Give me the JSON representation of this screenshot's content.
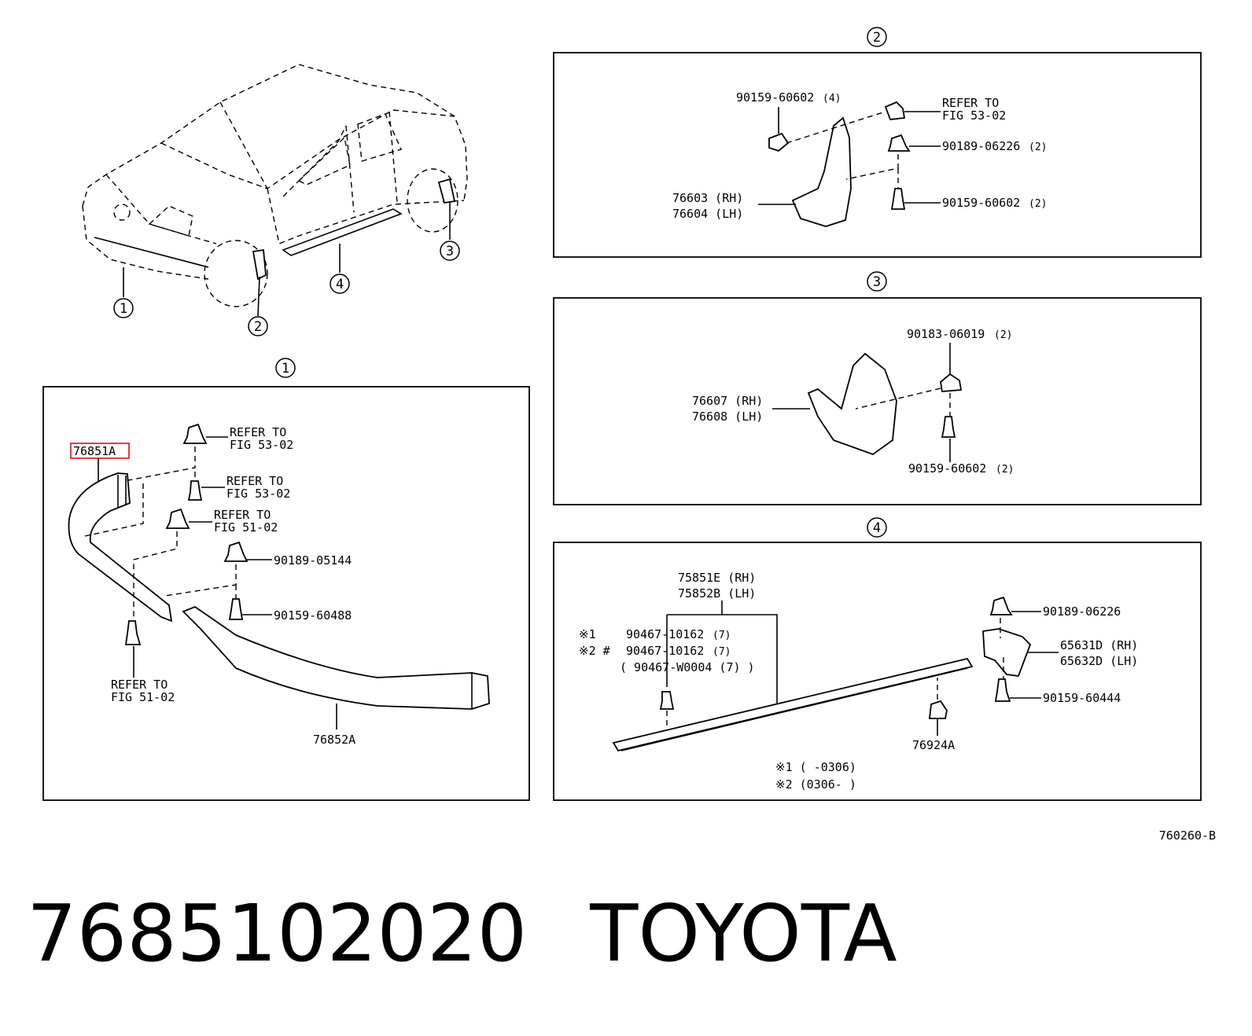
{
  "callouts": {
    "c1": "1",
    "c2": "2",
    "c3": "3",
    "c4": "4"
  },
  "panel1": {
    "highlight": "76851A",
    "refer1_a": "REFER TO",
    "refer1_b": "FIG 53-02",
    "refer2_a": "REFER TO",
    "refer2_b": "FIG 53-02",
    "refer3_a": "REFER TO",
    "refer3_b": "FIG 51-02",
    "refer4_a": "REFER TO",
    "refer4_b": "FIG 51-02",
    "p90189": "90189-05144",
    "p90159": "90159-60488",
    "p76852": "76852A"
  },
  "panel2": {
    "bolt": "90159-60602",
    "bolt_qty": "(4)",
    "refer_a": "REFER TO",
    "refer_b": "FIG 53-02",
    "nut": "90189-06226",
    "nut_qty": "(2)",
    "bolt2": "90159-60602",
    "bolt2_qty": "(2)",
    "rh": "76603 (RH)",
    "lh": "76604 (LH)"
  },
  "panel3": {
    "nut": "90183-06019",
    "nut_qty": "(2)",
    "rh": "76607 (RH)",
    "lh": "76608 (LH)",
    "bolt": "90159-60602",
    "bolt_qty": "(2)"
  },
  "panel4": {
    "rh": "75851E (RH)",
    "lh": "75852B (LH)",
    "m1": "※1",
    "m1_part": "90467-10162",
    "m1_qty": "(7)",
    "m2": "※2 #",
    "m2_part": "90467-10162",
    "m2_qty": "(7)",
    "m3": "( 90467-W0004 (7) )",
    "nut": "90189-06226",
    "guard_rh": "65631D (RH)",
    "guard_lh": "65632D (LH)",
    "bolt": "90159-60444",
    "clip": "76924A",
    "note1": "※1 (      -0306)",
    "note2": "※2 (0306-      )"
  },
  "fig_code": "760260-B",
  "part_number": "7685102020",
  "brand": "TOYOTA",
  "colors": {
    "highlight": "#e0282e"
  }
}
